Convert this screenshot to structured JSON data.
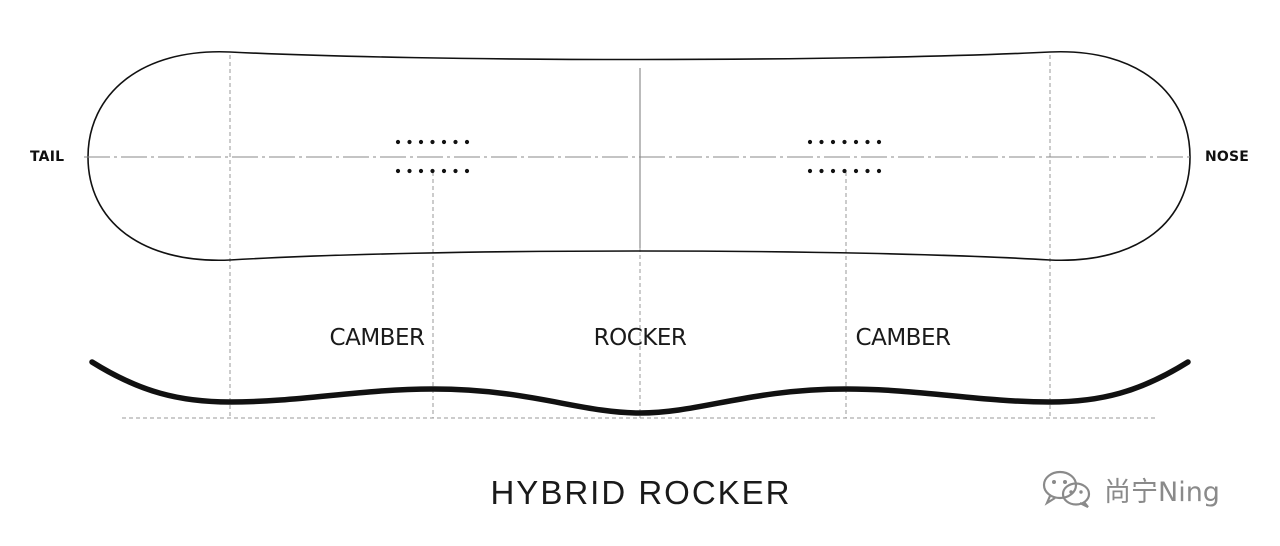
{
  "diagram": {
    "title": "HYBRID ROCKER",
    "ends": {
      "tail": "TAIL",
      "nose": "NOSE"
    },
    "zones": [
      {
        "label": "CAMBER"
      },
      {
        "label": "ROCKER"
      },
      {
        "label": "CAMBER"
      }
    ]
  },
  "watermark": {
    "text": "尚宁Ning",
    "icon": "wechat-icon"
  },
  "colors": {
    "ink": "#111111",
    "guide": "#9a9a9a",
    "watermark": "#8a8a8a"
  }
}
